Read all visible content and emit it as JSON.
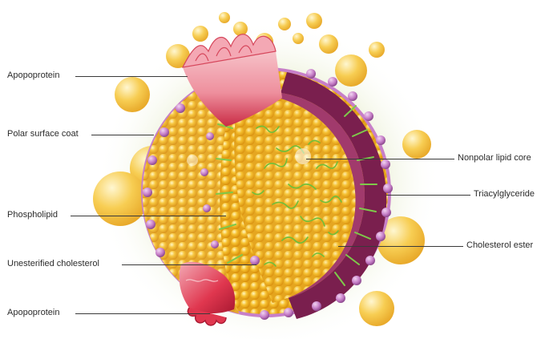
{
  "labels": {
    "apoprotein_top": "Apopoprotein",
    "polar_surface_coat": "Polar surface coat",
    "phospholipid": "Phospholipid",
    "unesterified_cholesterol": "Unesterified cholesterol",
    "apoprotein_bottom": "Apopoprotein",
    "nonpolar_lipid_core": "Nonpolar lipid core",
    "triacylglyceride": "Triacylglyceride",
    "cholesterol_ester": "Cholesterol ester"
  },
  "colors": {
    "sphere_yellow": "#f4b21c",
    "sphere_highlight": "#fff2a8",
    "phospholipid_head_purple": "#c77fc8",
    "membrane_band": "#7a1f4e",
    "apoprotein_red": "#e0374f",
    "apoprotein_pink": "#f6c1c8",
    "fatty_chain_green": "#6fbf3a",
    "leader_line": "#3a3a3a",
    "label_text": "#2b2b2b"
  }
}
